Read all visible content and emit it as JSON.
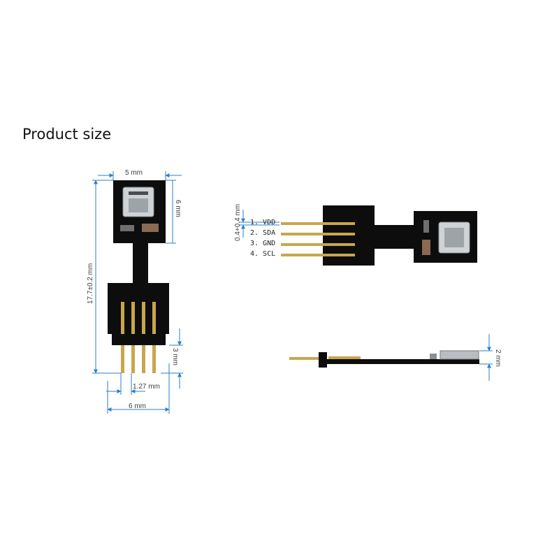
{
  "heading": "Product size",
  "colors": {
    "board": "#0d0d0d",
    "gold": "#c8a64a",
    "sensor": "#b8bdc2",
    "dimension_line": "#2a7fc9"
  },
  "front_view": {
    "width_top": "5 mm",
    "sensor_height": "6 mm",
    "total_length": "17.7±0.2 mm",
    "pin_length": "3 mm",
    "pin_pitch": "1.27 mm",
    "width_bottom": "6 mm"
  },
  "top_view": {
    "pin_offset": "0.4+0.4 mm",
    "pins": [
      "1. VDD",
      "2. SDA",
      "3. GND",
      "4. SCL"
    ]
  },
  "side_view": {
    "height": "2 mm"
  }
}
